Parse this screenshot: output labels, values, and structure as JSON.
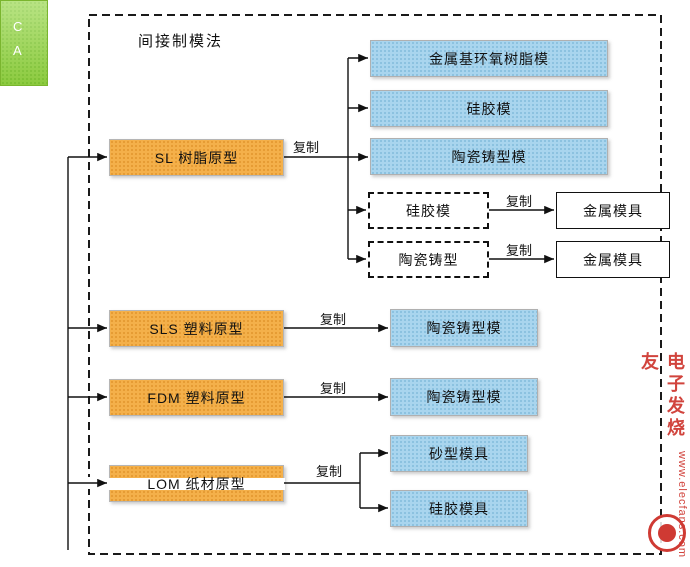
{
  "diagram": {
    "title": "间接制模法",
    "copy_label": "复制",
    "prototypes": [
      {
        "id": "sl",
        "label": "SL 树脂原型"
      },
      {
        "id": "sls",
        "label": "SLS 塑料原型"
      },
      {
        "id": "fdm",
        "label": "FDM 塑料原型"
      },
      {
        "id": "lom",
        "label": "LOM 纸材原型"
      }
    ],
    "sl_direct_molds": [
      "金属基环氧树脂模",
      "硅胶模",
      "陶瓷铸型模"
    ],
    "sl_transition_molds": [
      "硅胶模",
      "陶瓷铸型"
    ],
    "metal_mold_label": "金属模具",
    "sls_mold": "陶瓷铸型模",
    "fdm_mold": "陶瓷铸型模",
    "lom_molds": [
      "砂型模具",
      "硅胶模具"
    ],
    "cad_box": {
      "line1": "C",
      "line2": "A"
    },
    "watermark": {
      "site_name": "电子发烧友",
      "site_url": "www.elecfans.com"
    }
  },
  "colors": {
    "prototype_orange": "#f4b04a",
    "mold_blue": "#a9d5ee",
    "cad_green": "#93d542",
    "watermark_red": "#cf3a33",
    "line_black": "#111111"
  }
}
